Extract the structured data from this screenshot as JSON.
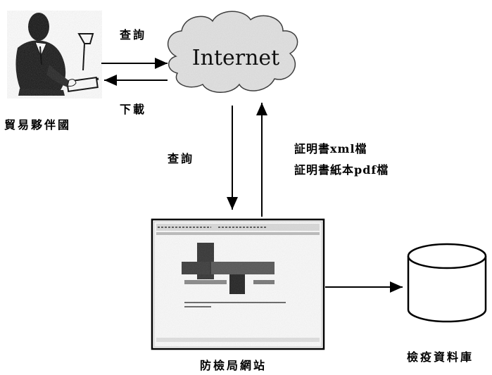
{
  "nodes": {
    "partner": {
      "label": "貿易夥伴國"
    },
    "internet": {
      "label": "Internet"
    },
    "website": {
      "label": "防檢局網站"
    },
    "database": {
      "label": "檢疫資料庫"
    }
  },
  "edges": {
    "partner_to_internet": {
      "label": "查詢"
    },
    "internet_to_partner": {
      "label": "下載"
    },
    "internet_to_website": {
      "label": "查詢"
    },
    "website_to_internet": {
      "lines": [
        "証明書xml檔",
        "証明書紙本pdf檔"
      ]
    }
  }
}
